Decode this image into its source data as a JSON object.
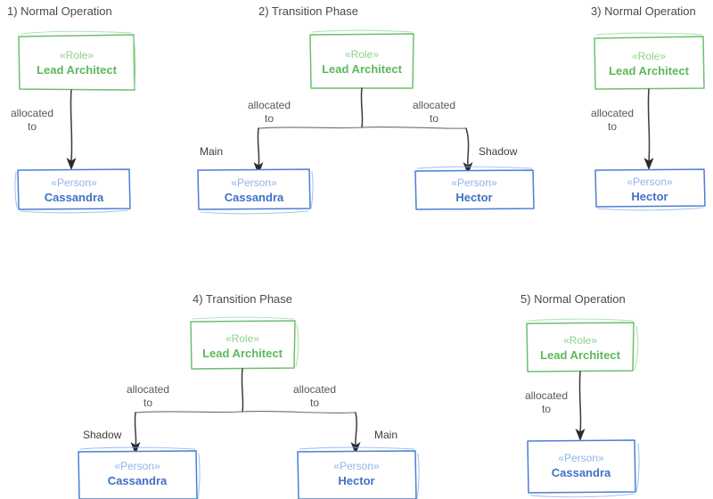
{
  "diagram": {
    "title_style": "hand-drawn sketch",
    "background": "#ffffff",
    "colors": {
      "role_border": "#6cc06c",
      "role_stereotype_text": "#8fd08f",
      "role_name_text": "#5cb85c",
      "person_border": "#4a7fd4",
      "person_stereotype_text": "#8fb4e8",
      "person_name_text": "#3f72c4",
      "connector": "#3a3a3a",
      "label_text": "#575757",
      "title_text": "#4a4a4a"
    },
    "edge_label": "allocated\nto",
    "edge_label_line1": "allocated",
    "edge_label_line2": "to",
    "role_stereotype": "«Role»",
    "person_stereotype": "«Person»",
    "panels": [
      {
        "id": "panel-1",
        "title": "1) Normal Operation",
        "role": {
          "stereotype": "«Role»",
          "name": "Lead Architect"
        },
        "targets": [
          {
            "stereotype": "«Person»",
            "name": "Cassandra",
            "side_label": "",
            "edge_label_line1": "allocated",
            "edge_label_line2": "to"
          }
        ]
      },
      {
        "id": "panel-2",
        "title": "2) Transition Phase",
        "role": {
          "stereotype": "«Role»",
          "name": "Lead Architect"
        },
        "targets": [
          {
            "stereotype": "«Person»",
            "name": "Cassandra",
            "side_label": "Main",
            "edge_label_line1": "allocated",
            "edge_label_line2": "to"
          },
          {
            "stereotype": "«Person»",
            "name": "Hector",
            "side_label": "Shadow",
            "edge_label_line1": "allocated",
            "edge_label_line2": "to"
          }
        ]
      },
      {
        "id": "panel-3",
        "title": "3) Normal Operation",
        "role": {
          "stereotype": "«Role»",
          "name": "Lead Architect"
        },
        "targets": [
          {
            "stereotype": "«Person»",
            "name": "Hector",
            "side_label": "",
            "edge_label_line1": "allocated",
            "edge_label_line2": "to"
          }
        ]
      },
      {
        "id": "panel-4",
        "title": "4) Transition Phase",
        "role": {
          "stereotype": "«Role»",
          "name": "Lead Architect"
        },
        "targets": [
          {
            "stereotype": "«Person»",
            "name": "Cassandra",
            "side_label": "Shadow",
            "edge_label_line1": "allocated",
            "edge_label_line2": "to"
          },
          {
            "stereotype": "«Person»",
            "name": "Hector",
            "side_label": "Main",
            "edge_label_line1": "allocated",
            "edge_label_line2": "to"
          }
        ]
      },
      {
        "id": "panel-5",
        "title": "5) Normal Operation",
        "role": {
          "stereotype": "«Role»",
          "name": "Lead Architect"
        },
        "targets": [
          {
            "stereotype": "«Person»",
            "name": "Cassandra",
            "side_label": "",
            "edge_label_line1": "allocated",
            "edge_label_line2": "to"
          }
        ]
      }
    ]
  }
}
